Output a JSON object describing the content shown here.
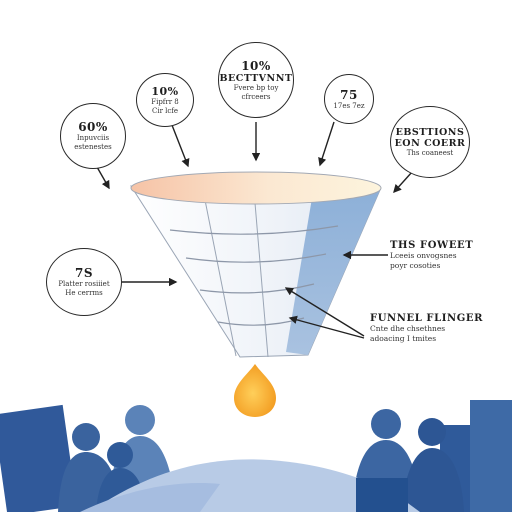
{
  "bubbles": {
    "b60": {
      "value": "60%",
      "line1": "Inpuvciis",
      "line2": "estenestes"
    },
    "b10": {
      "value": "10%",
      "line1": "Fipfrr 8",
      "line2": "Cir lcfe"
    },
    "btop": {
      "value": "10%",
      "title": "BECTTVNNT",
      "line1": "Fvere bp toy",
      "line2": "cfrceers"
    },
    "b75": {
      "value": "75",
      "line1": "17es 7ez"
    },
    "bright": {
      "title": "EBSTTIONS",
      "title2": "EON COERR",
      "line1": "Ths coaneest"
    },
    "bleft": {
      "value": "7S",
      "line1": "Platter rosiiiet",
      "line2": "He cerrms"
    }
  },
  "labels": {
    "funnel1": {
      "title": "THS FOWEET",
      "line1": "Lceeis onvogsnes",
      "line2": "poyr cosoties"
    },
    "funnel2": {
      "title": "FUNNEL FLINGER",
      "line1": "Cnte dhe chsethnes",
      "line2": "adoacing I tmites"
    }
  },
  "colors": {
    "funnel_rim_warm": "#f7c9a6",
    "funnel_shade": "#8fb1d6",
    "drop": "#f5a623",
    "silhouette": "#3f6aa3",
    "hill": "#b8cbe6"
  }
}
